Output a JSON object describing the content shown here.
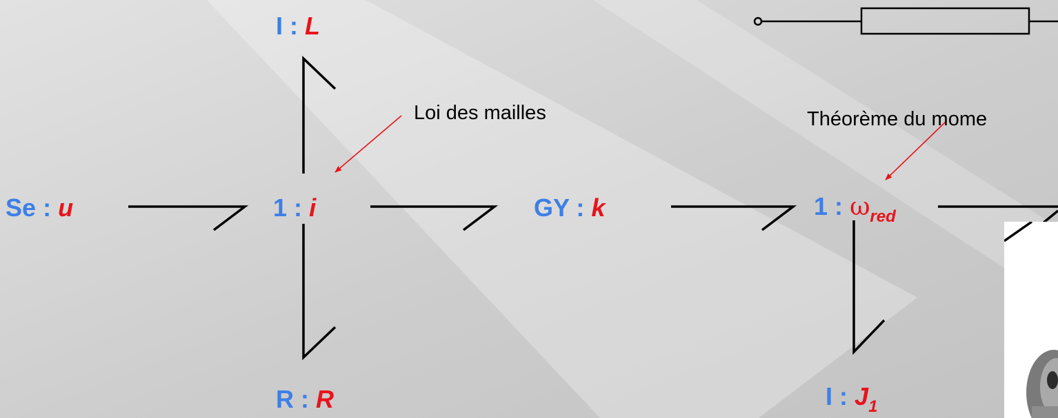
{
  "colors": {
    "element_type": "#3d7fe6",
    "variable": "#e8131b",
    "bond": "#000000",
    "annotation_arrow": "#e8131b"
  },
  "nodes": {
    "inductance": {
      "type": "I",
      "sep": ":",
      "var": "L"
    },
    "source": {
      "type": "Se",
      "sep": ":",
      "var": "u"
    },
    "junction_current": {
      "type": "1",
      "sep": ":",
      "var": "i"
    },
    "resistor": {
      "type": "R",
      "sep": ":",
      "var": "R"
    },
    "gyrator": {
      "type": "GY",
      "sep": ":",
      "var": "k"
    },
    "junction_speed": {
      "type": "1",
      "sep": ":",
      "var": "ω",
      "sub": "red"
    },
    "inertia": {
      "type": "I",
      "sep": ":",
      "var": "J",
      "sub": "1"
    }
  },
  "annotations": {
    "mesh_law": "Loi des mailles",
    "momentum_theorem": "Théorème du mome"
  }
}
